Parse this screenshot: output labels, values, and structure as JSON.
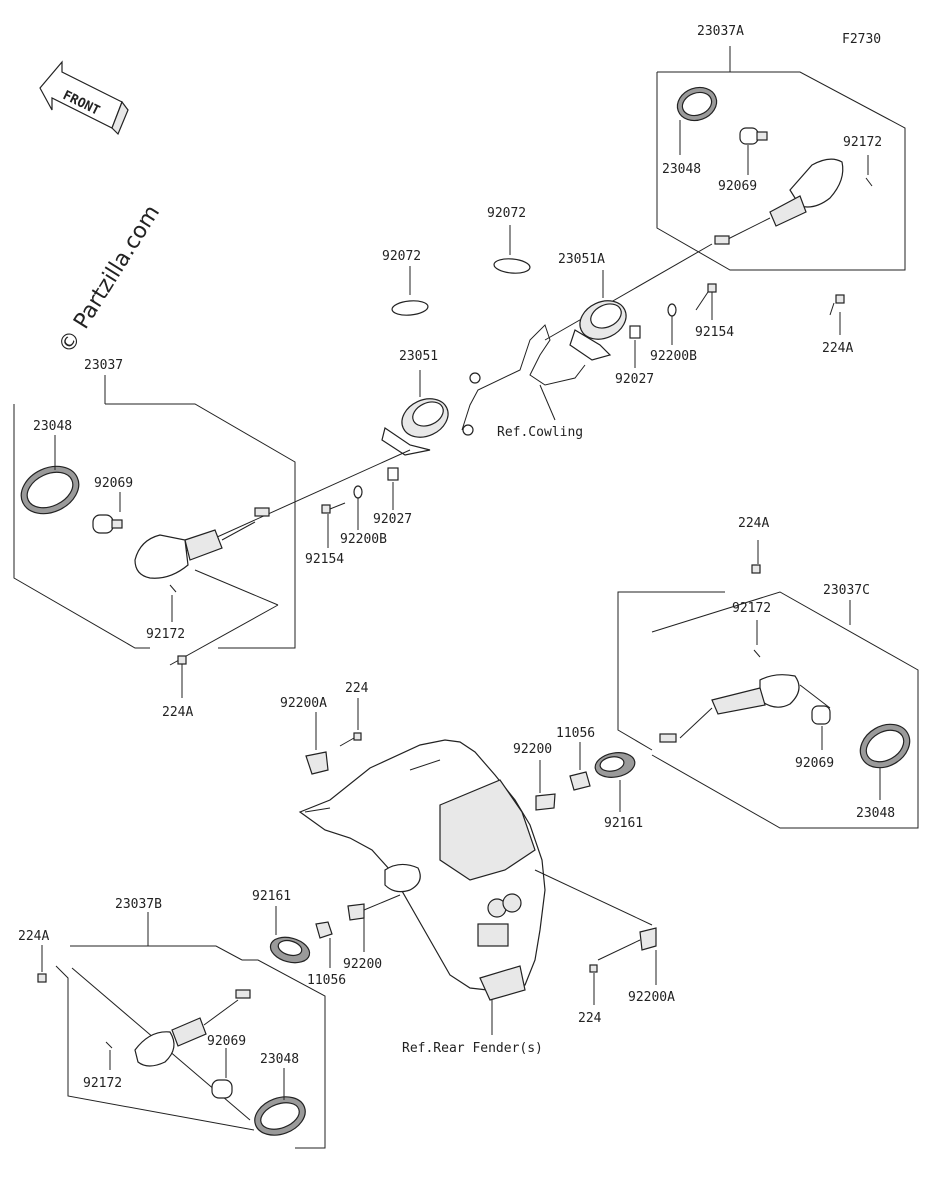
{
  "figure_code": "F2730",
  "watermark": "© Partzilla.com",
  "front_label": "FRONT",
  "refs": {
    "cowling": "Ref.Cowling",
    "rear_fender": "Ref.Rear Fender(s)"
  },
  "labels": {
    "l_23037A": "23037A",
    "l_23048_tr": "23048",
    "l_92172_tr": "92172",
    "l_92069_tr": "92069",
    "l_224A_tr": "224A",
    "l_92072_a": "92072",
    "l_92072_b": "92072",
    "l_23051A": "23051A",
    "l_92154_r": "92154",
    "l_92200B_r": "92200B",
    "l_92027_r": "92027",
    "l_23051": "23051",
    "l_23037": "23037",
    "l_23048_l": "23048",
    "l_92069_l": "92069",
    "l_92027_l": "92027",
    "l_92200B_l": "92200B",
    "l_92154_l": "92154",
    "l_92172_l": "92172",
    "l_224A_l": "224A",
    "l_224A_rm": "224A",
    "l_23037C": "23037C",
    "l_92172_rm": "92172",
    "l_92069_rm": "92069",
    "l_23048_rm": "23048",
    "l_224": "224",
    "l_92200A_t": "92200A",
    "l_92200_t": "92200",
    "l_11056_t": "11056",
    "l_92161_t": "92161",
    "l_23037B": "23037B",
    "l_224A_bl": "224A",
    "l_92161_b": "92161",
    "l_11056_b": "11056",
    "l_92200_b": "92200",
    "l_92069_bl": "92069",
    "l_23048_bl": "23048",
    "l_92172_bl": "92172",
    "l_224_b": "224",
    "l_92200A_b": "92200A"
  }
}
